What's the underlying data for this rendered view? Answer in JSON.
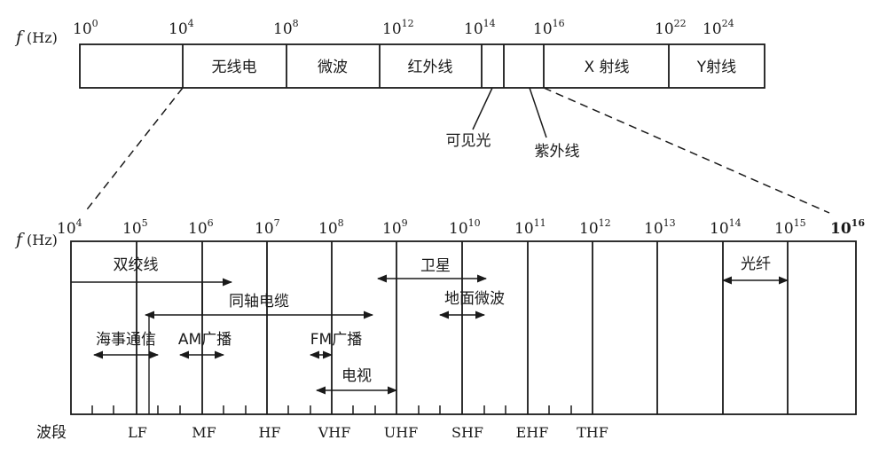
{
  "top_axis": {
    "f_symbol": "f",
    "unit": "(Hz)",
    "ticks": [
      {
        "base": "10",
        "exp": "0"
      },
      {
        "base": "10",
        "exp": "4"
      },
      {
        "base": "10",
        "exp": "8"
      },
      {
        "base": "10",
        "exp": "12"
      },
      {
        "base": "10",
        "exp": "14"
      },
      {
        "base": "10",
        "exp": "16"
      },
      {
        "base": "10",
        "exp": "22"
      },
      {
        "base": "10",
        "exp": "24"
      }
    ],
    "bands": [
      "无线电",
      "微波",
      "红外线",
      "X 射线",
      "Y射线"
    ],
    "callouts": [
      "可见光",
      "紫外线"
    ]
  },
  "bottom_axis": {
    "f_symbol": "f",
    "unit": "(Hz)",
    "ticks": [
      {
        "base": "10",
        "exp": "4"
      },
      {
        "base": "10",
        "exp": "5"
      },
      {
        "base": "10",
        "exp": "6"
      },
      {
        "base": "10",
        "exp": "7"
      },
      {
        "base": "10",
        "exp": "8"
      },
      {
        "base": "10",
        "exp": "9"
      },
      {
        "base": "10",
        "exp": "10"
      },
      {
        "base": "10",
        "exp": "11"
      },
      {
        "base": "10",
        "exp": "12"
      },
      {
        "base": "10",
        "exp": "13"
      },
      {
        "base": "10",
        "exp": "14"
      },
      {
        "base": "10",
        "exp": "15"
      },
      {
        "base": "10",
        "exp": "16"
      }
    ],
    "media": [
      "双绞线",
      "同轴电缆",
      "海事通信",
      "AM广播",
      "FM广播",
      "电视",
      "卫星",
      "地面微波",
      "光纤"
    ],
    "band_row_label": "波段",
    "band_names": [
      "LF",
      "MF",
      "HF",
      "VHF",
      "UHF",
      "SHF",
      "EHF",
      "THF"
    ]
  }
}
